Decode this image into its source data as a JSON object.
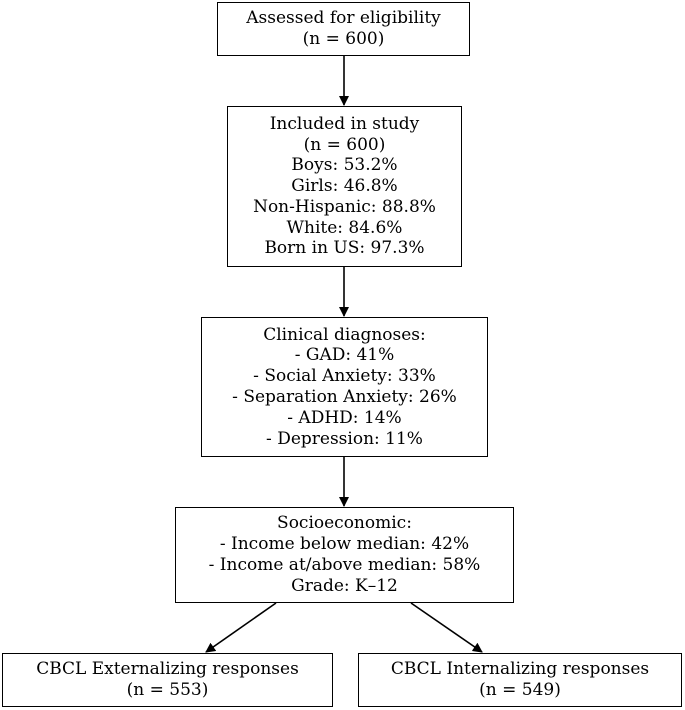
{
  "nodes": {
    "assessed": {
      "title": "Assessed for eligibility",
      "n": "(n = 600)"
    },
    "included": {
      "title": "Included in study",
      "n": "(n = 600)",
      "boys": "Boys: 53.2%",
      "girls": "Girls: 46.8%",
      "non_hispanic": "Non-Hispanic: 88.8%",
      "white": "White: 84.6%",
      "born_us": "Born in US: 97.3%"
    },
    "clinical": {
      "title": "Clinical diagnoses:",
      "gad": "- GAD: 41%",
      "social": "- Social Anxiety: 33%",
      "separation": "- Separation Anxiety: 26%",
      "adhd": "- ADHD: 14%",
      "depression": "- Depression: 11%"
    },
    "socio": {
      "title": "Socioeconomic:",
      "below": "- Income below median: 42%",
      "above": "- Income at/above median: 58%",
      "grade": "Grade: K–12"
    },
    "external": {
      "title": "CBCL Externalizing responses",
      "n": "(n = 553)"
    },
    "internal": {
      "title": "CBCL Internalizing responses",
      "n": "(n = 549)"
    }
  },
  "edges": [
    {
      "from": "assessed",
      "to": "included"
    },
    {
      "from": "included",
      "to": "clinical"
    },
    {
      "from": "clinical",
      "to": "socio"
    },
    {
      "from": "socio",
      "to": "external"
    },
    {
      "from": "socio",
      "to": "internal"
    }
  ]
}
